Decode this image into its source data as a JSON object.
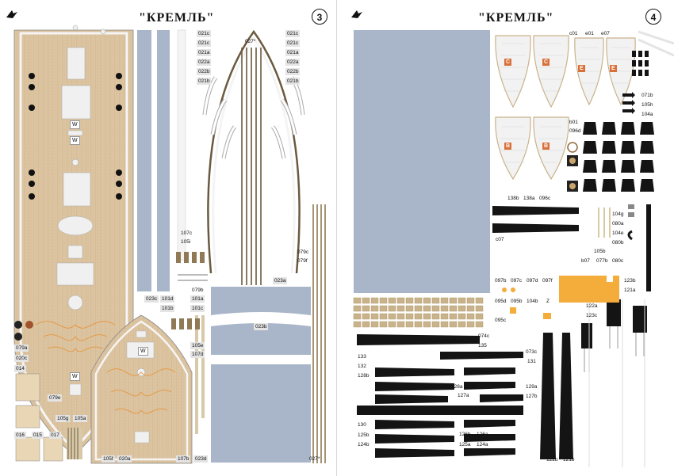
{
  "document": {
    "title": "\"КРЕМЛЬ\"",
    "page_left": "3",
    "page_right": "4"
  },
  "labels_left": [
    "021c",
    "021c",
    "021a",
    "022a",
    "022b",
    "021b",
    "027*",
    "021c",
    "021c",
    "021a",
    "022a",
    "022b",
    "021b",
    "107c",
    "105i",
    "079c",
    "079f",
    "023a",
    "023c",
    "101d",
    "101b",
    "079b",
    "101a",
    "101c",
    "023b",
    "105e",
    "107d",
    "079a",
    "020c",
    "014",
    "079e",
    "105g",
    "105a",
    "016",
    "015",
    "017",
    "105f",
    "020a",
    "107b",
    "023d",
    "027*"
  ],
  "labels_right": [
    "c01",
    "e01",
    "e07",
    "071b",
    "105h",
    "104a",
    "b01",
    "096d",
    "138b",
    "138a",
    "096c",
    "104g",
    "080a",
    "104e",
    "080b",
    "c07",
    "105b",
    "b07",
    "077b",
    "080c",
    "097b",
    "097c",
    "097d",
    "097f",
    "123b",
    "121a",
    "095d",
    "095b",
    "104b",
    "Z",
    "122a",
    "123c",
    "095c",
    "074c",
    "135",
    "133",
    "132",
    "128b",
    "073c",
    "131",
    "128a",
    "129b",
    "127a",
    "129a",
    "127b",
    "130",
    "125b",
    "124b",
    "126b",
    "126a",
    "125a",
    "124a",
    "122b",
    "121b"
  ],
  "deck_letters": [
    "W",
    "W",
    "W",
    "W"
  ],
  "boat_letters": [
    "C",
    "C",
    "E",
    "E",
    "B",
    "B"
  ],
  "colors": {
    "deck_wood": "#dcc4a1",
    "deck_plank": "#c9ab82",
    "rail_white": "#f2f2f2",
    "sheet_gray": "#a9b5c8",
    "boat_orange": "#d9703a",
    "paint_yellow": "#f4ac3b",
    "black_part": "#141414"
  }
}
